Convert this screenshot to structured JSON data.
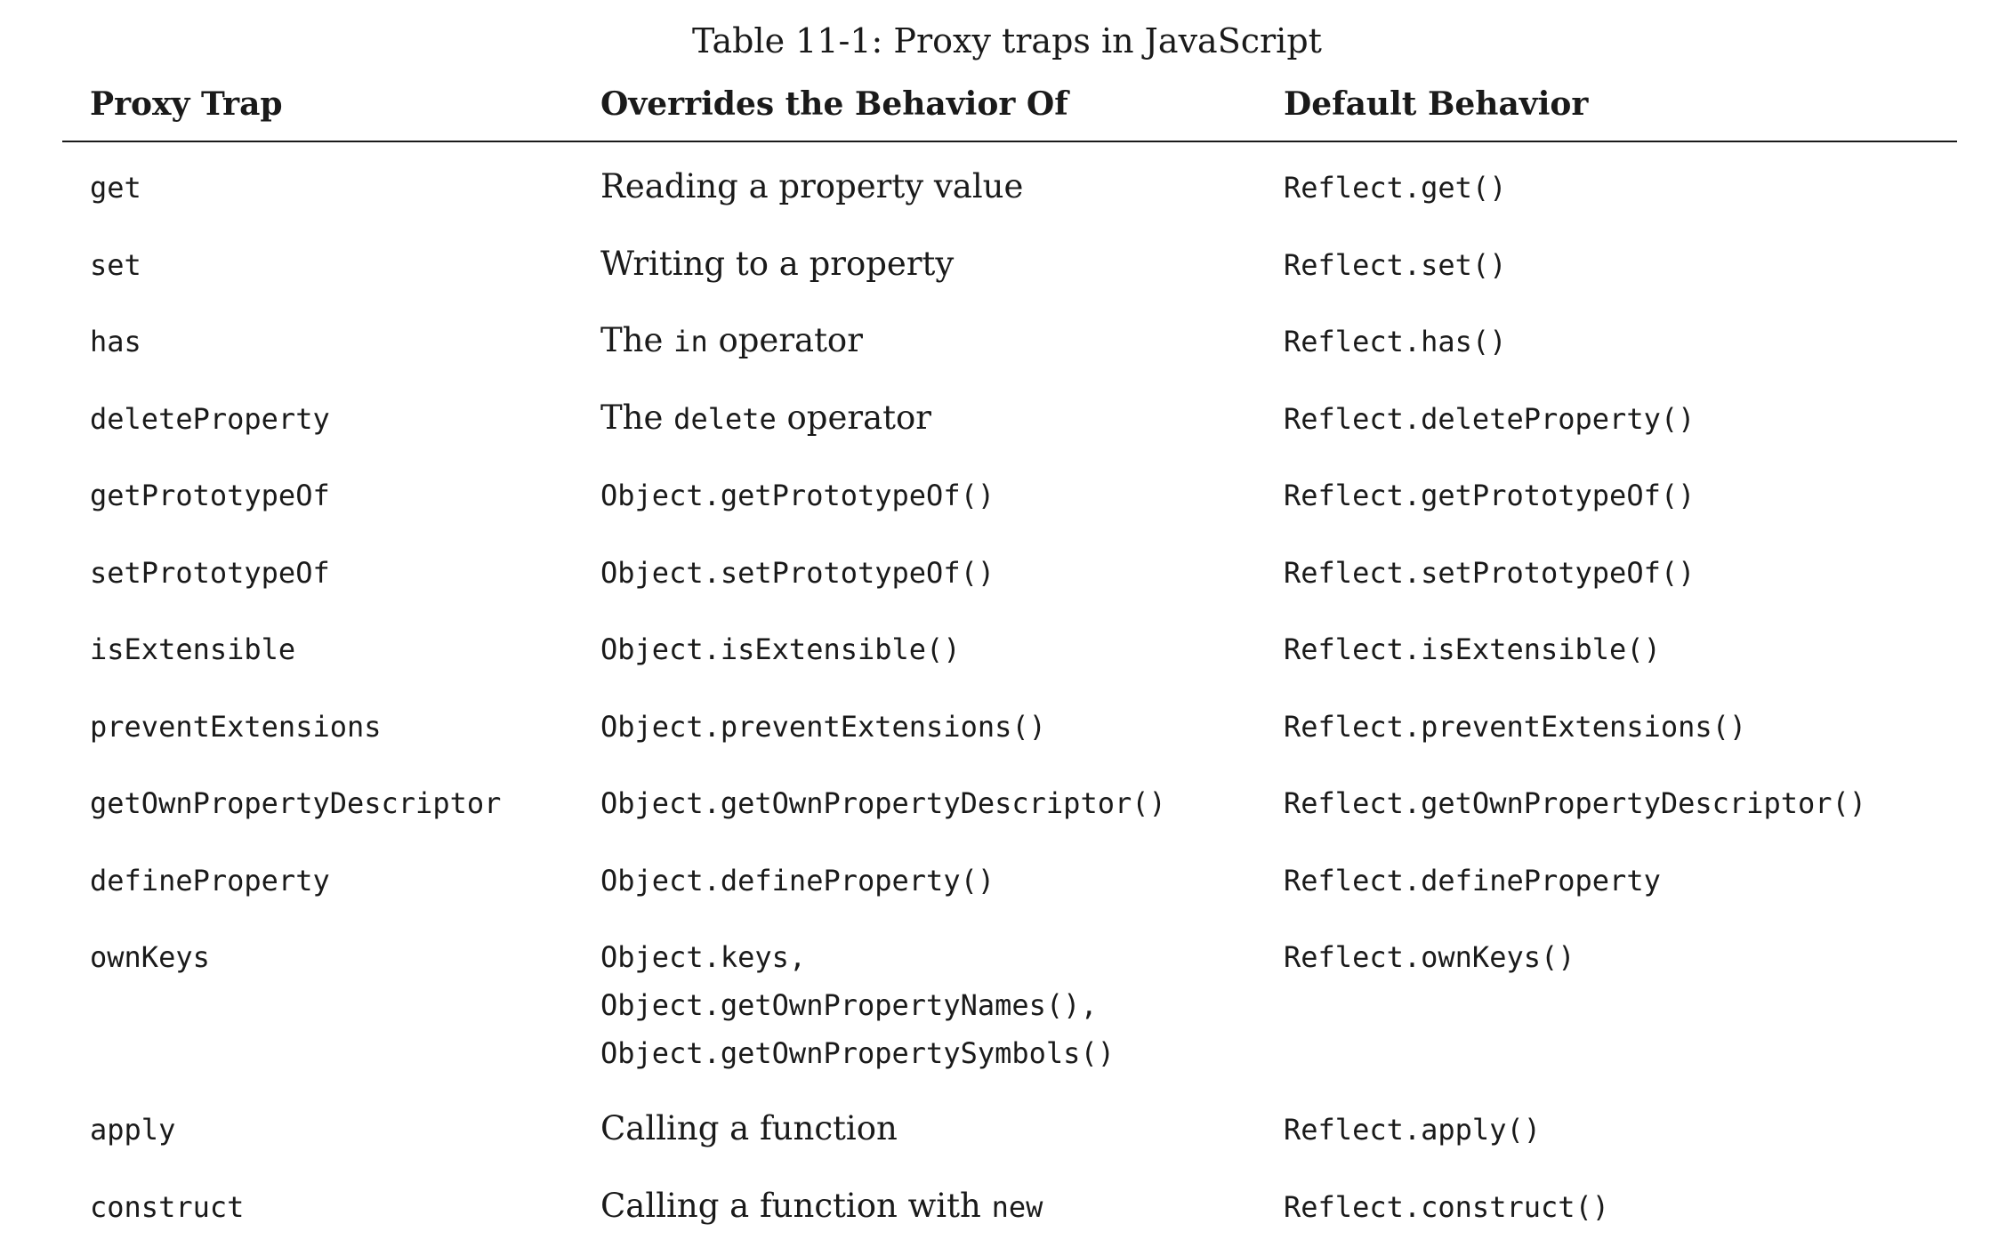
{
  "caption": "Table 11-1: Proxy traps in JavaScript",
  "headers": {
    "col1": "Proxy Trap",
    "col2": "Overrides the Behavior Of",
    "col3": "Default Behavior"
  },
  "rows": [
    {
      "trap": "get",
      "overrides": "Reading a property value",
      "default": "Reflect.get()"
    },
    {
      "trap": "set",
      "overrides": "Writing to a property",
      "default": "Reflect.set()"
    },
    {
      "trap": "has",
      "overrides_pre": "The ",
      "overrides_code": "in",
      "overrides_post": " operator",
      "default": "Reflect.has()"
    },
    {
      "trap": "deleteProperty",
      "overrides_pre": "The ",
      "overrides_code": "delete",
      "overrides_post": " operator",
      "default": "Reflect.deleteProperty()"
    },
    {
      "trap": "getPrototypeOf",
      "overrides": "Object.getPrototypeOf()",
      "default": "Reflect.getPrototypeOf()"
    },
    {
      "trap": "setPrototypeOf",
      "overrides": "Object.setPrototypeOf()",
      "default": "Reflect.setPrototypeOf()"
    },
    {
      "trap": "isExtensible",
      "overrides": "Object.isExtensible()",
      "default": "Reflect.isExtensible()"
    },
    {
      "trap": "preventExtensions",
      "overrides": "Object.preventExtensions()",
      "default": "Reflect.preventExtensions()"
    },
    {
      "trap": "getOwnPropertyDescriptor",
      "overrides": "Object.getOwnPropertyDescriptor()",
      "default": "Reflect.getOwnPropertyDescriptor()"
    },
    {
      "trap": "defineProperty",
      "overrides": "Object.defineProperty()",
      "default": "Reflect.defineProperty"
    },
    {
      "trap": "ownKeys",
      "overrides_lines": [
        "Object.keys,",
        "Object.getOwnPropertyNames(),",
        "Object.getOwnPropertySymbols()"
      ],
      "default": "Reflect.ownKeys()"
    },
    {
      "trap": "apply",
      "overrides": "Calling a function",
      "default": "Reflect.apply()"
    },
    {
      "trap": "construct",
      "overrides_pre": "Calling a function with ",
      "overrides_code": "new",
      "overrides_post": "",
      "default": "Reflect.construct()"
    }
  ]
}
